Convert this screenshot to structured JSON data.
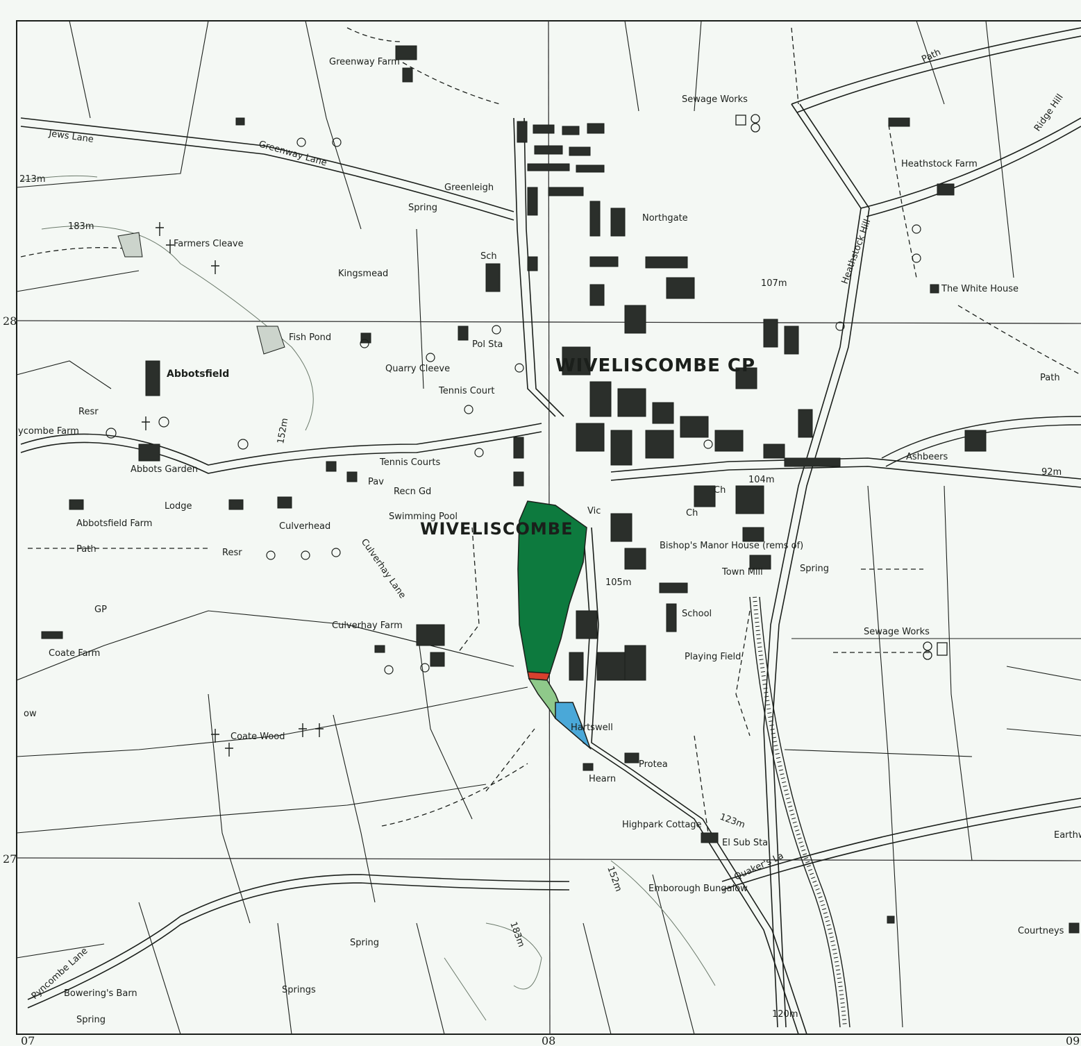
{
  "map": {
    "labels": [
      {
        "id": "greenway-farm",
        "text": "Greenway Farm"
      },
      {
        "id": "sewage-works-n",
        "text": "Sewage Works"
      },
      {
        "id": "jews-lane",
        "text": "Jews Lane"
      },
      {
        "id": "greenway-lane",
        "text": "Greenway Lane"
      },
      {
        "id": "heathstock-farm",
        "text": "Heathstock Farm"
      },
      {
        "id": "ridge-hill",
        "text": "Ridge Hill"
      },
      {
        "id": "greenleigh",
        "text": "Greenleigh"
      },
      {
        "id": "spring-1",
        "text": "Spring"
      },
      {
        "id": "northgate",
        "text": "Northgate"
      },
      {
        "id": "farmers-cleave",
        "text": "Farmers Cleave"
      },
      {
        "id": "kingsmead",
        "text": "Kingsmead"
      },
      {
        "id": "sch",
        "text": "Sch"
      },
      {
        "id": "the-white-house",
        "text": "The White House"
      },
      {
        "id": "heathstock-hill",
        "text": "Heathstock Hill"
      },
      {
        "id": "fish-pond",
        "text": "Fish Pond"
      },
      {
        "id": "abbotsfield",
        "text": "Abbotsfield"
      },
      {
        "id": "quarry-cleeve",
        "text": "Quarry Cleeve"
      },
      {
        "id": "pol-sta",
        "text": "Pol Sta"
      },
      {
        "id": "wiveliscombe-cp",
        "text": "WIVELISCOMBE CP"
      },
      {
        "id": "tennis-court",
        "text": "Tennis Court"
      },
      {
        "id": "resr-1",
        "text": "Resr"
      },
      {
        "id": "pyncombe-farm",
        "text": "ycombe Farm"
      },
      {
        "id": "abbots-garden",
        "text": "Abbots Garden"
      },
      {
        "id": "tennis-courts",
        "text": "Tennis Courts"
      },
      {
        "id": "pav",
        "text": "Pav"
      },
      {
        "id": "recn-gd",
        "text": "Recn Gd"
      },
      {
        "id": "ashbeers",
        "text": "Ashbeers"
      },
      {
        "id": "lodge",
        "text": "Lodge"
      },
      {
        "id": "ch-1",
        "text": "Ch"
      },
      {
        "id": "ch-2",
        "text": "Ch"
      },
      {
        "id": "vic",
        "text": "Vic"
      },
      {
        "id": "swimming-pool",
        "text": "Swimming Pool"
      },
      {
        "id": "wiveliscombe",
        "text": "WIVELISCOMBE"
      },
      {
        "id": "abbotsfield-farm",
        "text": "Abbotsfield Farm"
      },
      {
        "id": "culverhead",
        "text": "Culverhead"
      },
      {
        "id": "bishops-manor",
        "text": "Bishop's Manor House (rems of)"
      },
      {
        "id": "path-1",
        "text": "Path"
      },
      {
        "id": "resr-2",
        "text": "Resr"
      },
      {
        "id": "culverhay-lane",
        "text": "Culverhay Lane"
      },
      {
        "id": "spring-2",
        "text": "Spring"
      },
      {
        "id": "town-mill",
        "text": "Town Mill"
      },
      {
        "id": "gp",
        "text": "GP"
      },
      {
        "id": "school",
        "text": "School"
      },
      {
        "id": "culverhay-farm",
        "text": "Culverhay Farm"
      },
      {
        "id": "sewage-works-s",
        "text": "Sewage Works"
      },
      {
        "id": "coate-farm",
        "text": "Coate Farm"
      },
      {
        "id": "playing-field",
        "text": "Playing Field"
      },
      {
        "id": "ow",
        "text": "ow"
      },
      {
        "id": "coate-wood",
        "text": "Coate Wood"
      },
      {
        "id": "hartswell",
        "text": "Hartswell"
      },
      {
        "id": "protea",
        "text": "Protea"
      },
      {
        "id": "hearn",
        "text": "Hearn"
      },
      {
        "id": "highpark-cottage",
        "text": "Highpark Cottage"
      },
      {
        "id": "el-sub-sta",
        "text": "El Sub Sta"
      },
      {
        "id": "quakers-la",
        "text": "Quaker's La"
      },
      {
        "id": "emborough-bungalow",
        "text": "Emborough Bungalow"
      },
      {
        "id": "courtneys",
        "text": "Courtneys"
      },
      {
        "id": "earthwork",
        "text": "Earthw"
      },
      {
        "id": "pyncombe-lane",
        "text": "Pyncombe Lane"
      },
      {
        "id": "spring-3",
        "text": "Spring"
      },
      {
        "id": "springs",
        "text": "Springs"
      },
      {
        "id": "bowerings-barn",
        "text": "Bowering's Barn"
      },
      {
        "id": "spring-4",
        "text": "Spring"
      },
      {
        "id": "path-ne",
        "text": "Path"
      },
      {
        "id": "path-e",
        "text": "Path"
      },
      {
        "id": "contour-213",
        "text": "213m"
      },
      {
        "id": "contour-183",
        "text": "183m"
      },
      {
        "id": "contour-152",
        "text": "152m"
      },
      {
        "id": "contour-152b",
        "text": "152m"
      },
      {
        "id": "contour-123",
        "text": "123m"
      },
      {
        "id": "contour-183b",
        "text": "183m"
      },
      {
        "id": "contour-107",
        "text": "107m"
      },
      {
        "id": "contour-104",
        "text": "104m"
      },
      {
        "id": "contour-105",
        "text": "105m"
      },
      {
        "id": "contour-92",
        "text": "92m"
      },
      {
        "id": "contour-120",
        "text": "120m"
      }
    ],
    "grid": {
      "y_labels": [
        "28",
        "27"
      ],
      "x_labels": [
        "07",
        "08",
        "09"
      ]
    },
    "colors": {
      "background": "#f4f8f4",
      "ink": "#1b1f1b",
      "dark_green": "#0d7a3e",
      "light_green": "#8fc98a",
      "blue": "#4aa8d8",
      "red": "#d8402e"
    }
  }
}
